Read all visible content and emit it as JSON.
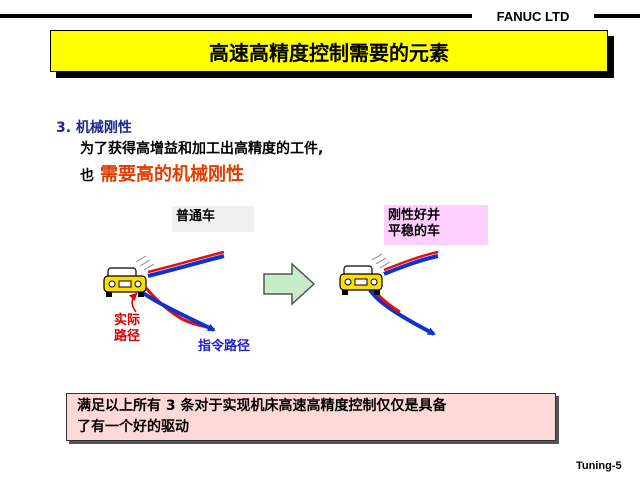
{
  "header": {
    "brand": "FANUC LTD",
    "title": "高速高精度控制需要的元素"
  },
  "section": {
    "heading": "3. 机械刚性",
    "line1": "为了获得高增益和加工出高精度的工件,",
    "line2_prefix": "也",
    "line2_emphasis": "需要高的机械刚性"
  },
  "diagram": {
    "normal_car_label": "普通车",
    "rigid_car_label_line1": "刚性好并",
    "rigid_car_label_line2": "平稳的车",
    "actual_path_line1": "实际",
    "actual_path_line2": "路径",
    "command_path": "指令路径",
    "colors": {
      "actual_path": "#e01010",
      "command_path": "#1030d0",
      "car_body": "#ffdd00",
      "arrow_fill": "#c8ecc8"
    }
  },
  "note": {
    "line1": "满足以上所有 3 条对于实现机床高速高精度控制仅仅是具备",
    "line2": "了有一个好的驱动"
  },
  "footer": {
    "tag": "Tuning-5"
  }
}
